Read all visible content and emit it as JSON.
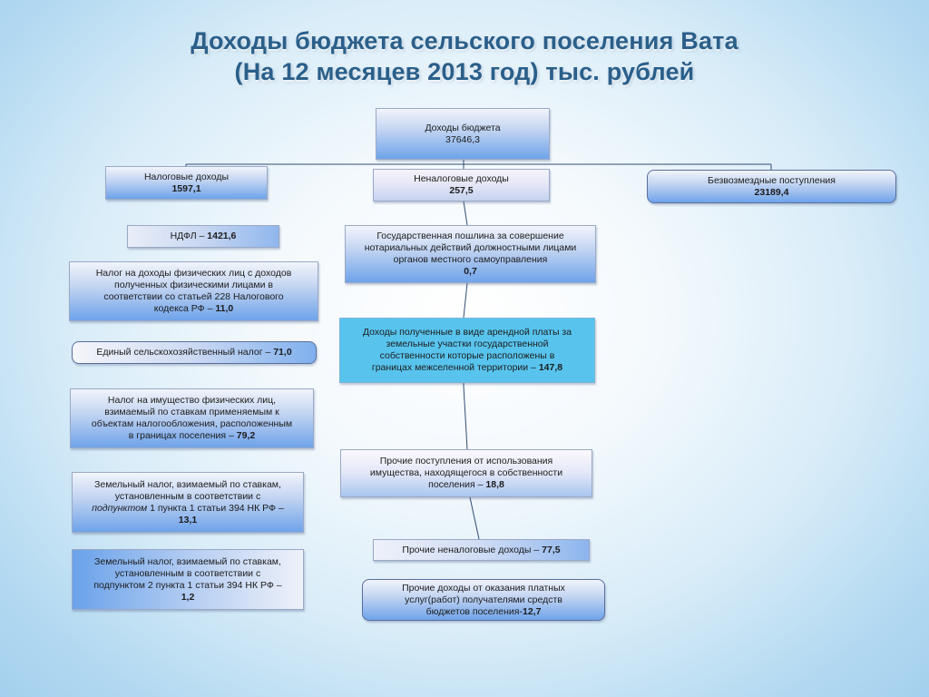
{
  "title": {
    "line1": "Доходы бюджета сельского поселения Вата",
    "line2": "(На 12 месяцев 2013 год) тыс. рублей"
  },
  "root": {
    "label": "Доходы бюджета",
    "value": "37646,3"
  },
  "tax": {
    "label": "Налоговые доходы",
    "value": "1597,1",
    "items": [
      {
        "text": "НДФЛ –",
        "value": "1421,6"
      },
      {
        "lines": [
          "Налог на доходы физических лиц с доходов",
          "полученных физическими лицами в",
          "соответствии со статьей 228 Налогового",
          "кодекса РФ –"
        ],
        "value": "11,0"
      },
      {
        "text": "Единый сельскохозяйственный налог –",
        "value": "71,0"
      },
      {
        "lines": [
          "Налог на имущество физических лиц,",
          "взимаемый по ставкам применяемым к",
          "объектам налогообложения, расположенным",
          "в границах поселения –"
        ],
        "value": "79,2"
      },
      {
        "lines": [
          "Земельный налог, взимаемый по ставкам,",
          "установленным в соответствии с"
        ],
        "italic": "подпунктом",
        "rest": " 1 пункта 1 статьи 394 НК РФ –",
        "value": "13,1"
      },
      {
        "lines": [
          "Земельный налог, взимаемый по ставкам,",
          "установленным в соответствии с",
          "подпунктом 2 пункта 1 статьи 394 НК РФ –"
        ],
        "value": "1,2"
      }
    ]
  },
  "nontax": {
    "label": "Неналоговые доходы",
    "value": "257,5",
    "items": [
      {
        "lines": [
          "Государственная пошлина за совершение",
          "нотариальных действий должностными лицами",
          "органов местного самоуправления"
        ],
        "value": "0,7"
      },
      {
        "lines": [
          "Доходы полученные в виде арендной платы за",
          "земельные участки государственной",
          "собственности  которые расположены в",
          "границах межселенной территории –"
        ],
        "value": "147,8"
      },
      {
        "lines": [
          "Прочие поступления от использования",
          "имущества, находящегося в собственности",
          "поселения –"
        ],
        "value": "18,8"
      },
      {
        "text": "Прочие неналоговые доходы –",
        "value": "77,5"
      },
      {
        "lines": [
          "Прочие доходы от оказания платных",
          "услуг(работ) получателями  средств",
          "бюджетов поселения-"
        ],
        "value": "12,7"
      }
    ]
  },
  "gratuitous": {
    "label": "Безвозмездные поступления",
    "value": "23189,4"
  }
}
